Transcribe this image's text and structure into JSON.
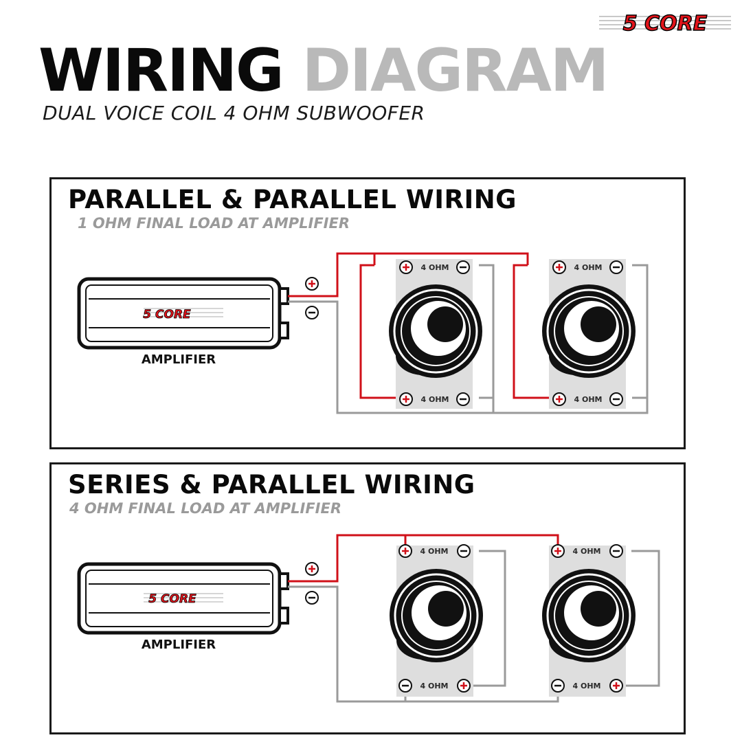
{
  "brand": {
    "logo_text": "5 CORE",
    "accent_color": "#e3141b"
  },
  "title": {
    "word1": "WIRING",
    "word2": "DIAGRAM"
  },
  "subtitle": "DUAL VOICE COIL 4 OHM SUBWOOFER",
  "panels": [
    {
      "heading": "PARALLEL & PARALLEL WIRING",
      "load": "1 OHM FINAL LOAD AT AMPLIFIER",
      "amplifier": {
        "label": "AMPLIFIER",
        "logo_text": "5 CORE"
      },
      "coil_label": "4 OHM"
    },
    {
      "heading": "SERIES & PARALLEL WIRING",
      "load": "4 OHM FINAL LOAD AT AMPLIFIER",
      "amplifier": {
        "label": "AMPLIFIER",
        "logo_text": "5 CORE"
      },
      "coil_label": "4 OHM"
    }
  ],
  "colors": {
    "positive_wire": "#d01019",
    "negative_wire": "#9a9a9a",
    "text": "#0a0a0a"
  }
}
